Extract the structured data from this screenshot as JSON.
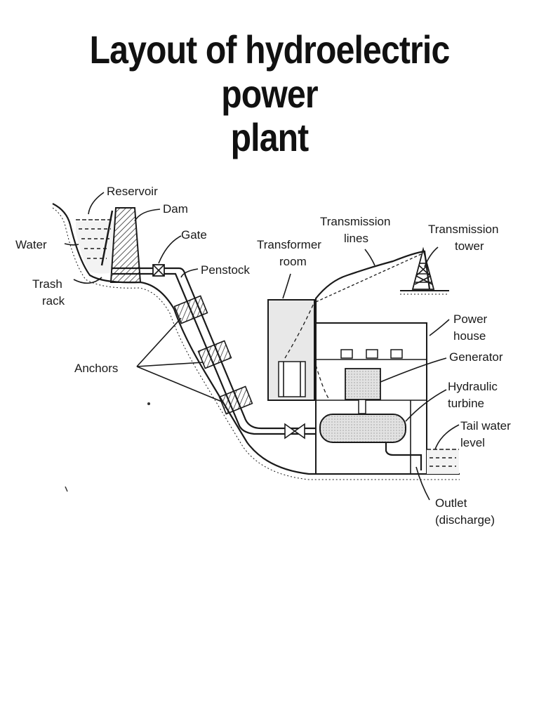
{
  "title": {
    "line1": "Layout of hydroelectric power",
    "line2": "plant"
  },
  "labels": {
    "reservoir": "Reservoir",
    "dam": "Dam",
    "water": "Water",
    "gate": "Gate",
    "penstock": "Penstock",
    "trash_rack_1": "Trash",
    "trash_rack_2": "rack",
    "anchors": "Anchors",
    "transformer_room_1": "Transformer",
    "transformer_room_2": "room",
    "transmission_lines_1": "Transmission",
    "transmission_lines_2": "lines",
    "transmission_tower_1": "Transmission",
    "transmission_tower_2": "tower",
    "power_house_1": "Power",
    "power_house_2": "house",
    "generator": "Generator",
    "hydraulic_turbine_1": "Hydraulic",
    "hydraulic_turbine_2": "turbine",
    "tail_water_level_1": "Tail water",
    "tail_water_level_2": "level",
    "outlet_1": "Outlet",
    "outlet_2": "(discharge)"
  },
  "colors": {
    "ink": "#1a1a1a",
    "fill_gray": "#e4e4e4",
    "background": "#ffffff"
  }
}
